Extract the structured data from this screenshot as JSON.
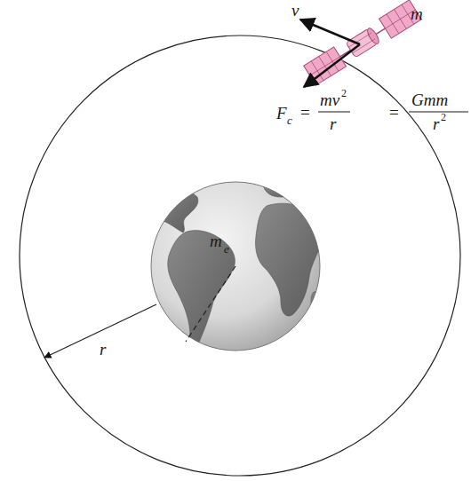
{
  "diagram": {
    "labels": [
      "v",
      "m",
      "m",
      "e",
      "r",
      "F",
      "c",
      "=",
      "mv",
      "2",
      "r",
      "=",
      "Gmm",
      "r",
      "2"
    ]
  }
}
